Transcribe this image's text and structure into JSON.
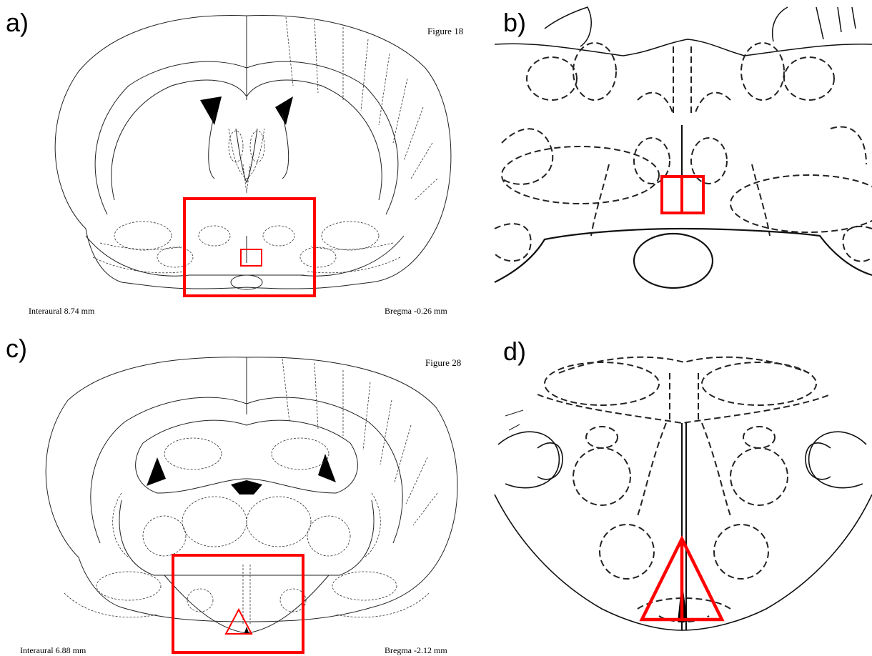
{
  "panels": {
    "a": {
      "letter": "a)",
      "figure": "Figure 18",
      "interaural": "Interaural 8.74 mm",
      "bregma": "Bregma -0.26 mm"
    },
    "b": {
      "letter": "b)"
    },
    "c": {
      "letter": "c)",
      "figure": "Figure 28",
      "interaural": "Interaural 6.88 mm",
      "bregma": "Bregma -2.12  mm"
    },
    "d": {
      "letter": "d)"
    }
  },
  "colors": {
    "highlight": "#ff0000",
    "line": "#222222",
    "ventricle": "#000000"
  }
}
